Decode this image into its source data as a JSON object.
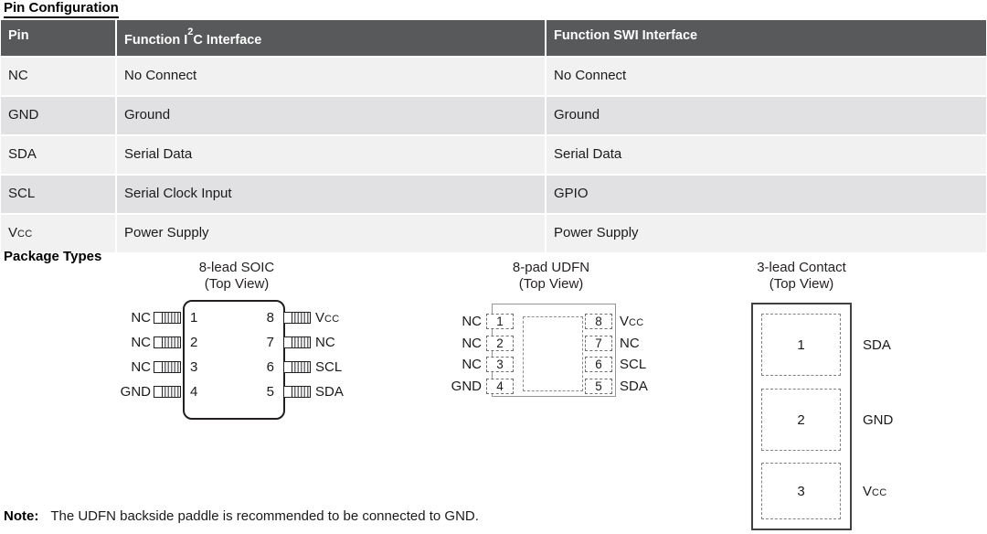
{
  "page": {
    "title": "Pin Configuration",
    "package_types_heading": "Package Types",
    "note": {
      "label": "Note:",
      "text": "The UDFN backside paddle is recommended to be connected to GND."
    },
    "colors": {
      "table_header_bg": "#58595b",
      "table_row_light": "#f1f1f2",
      "table_row_dark": "#e1e1e3",
      "diagram_line": "#231f20"
    }
  },
  "pin_table": {
    "headers": {
      "pin": "Pin",
      "i2c_pre": "Function I",
      "i2c_sup": "2",
      "i2c_post": "C Interface",
      "swi": "Function SWI Interface"
    },
    "rows": [
      {
        "pin": "NC",
        "i2c": "No Connect",
        "swi": "No Connect"
      },
      {
        "pin": "GND",
        "i2c": "Ground",
        "swi": "Ground"
      },
      {
        "pin": "SDA",
        "i2c": "Serial Data",
        "swi": "Serial Data"
      },
      {
        "pin": "SCL",
        "i2c": "Serial Clock Input",
        "swi": "GPIO"
      },
      {
        "pin": "V",
        "pin_sub": "CC",
        "i2c": "Power Supply",
        "swi": "Power Supply"
      }
    ]
  },
  "packages": {
    "soic": {
      "title": "8-lead SOIC",
      "subtitle": "(Top View)",
      "rows": [
        {
          "left_label": "NC",
          "left_num": "1",
          "right_num": "8",
          "right_label": "V",
          "right_label_sub": "CC"
        },
        {
          "left_label": "NC",
          "left_num": "2",
          "right_num": "7",
          "right_label": "NC"
        },
        {
          "left_label": "NC",
          "left_num": "3",
          "right_num": "6",
          "right_label": "SCL"
        },
        {
          "left_label": "GND",
          "left_num": "4",
          "right_num": "5",
          "right_label": "SDA"
        }
      ]
    },
    "udfn": {
      "title": "8-pad UDFN",
      "subtitle": "(Top View)",
      "rows": [
        {
          "left_label": "NC",
          "left_num": "1",
          "right_num": "8",
          "right_label": "V",
          "right_label_sub": "CC"
        },
        {
          "left_label": "NC",
          "left_num": "2",
          "right_num": "7",
          "right_label": "NC"
        },
        {
          "left_label": "NC",
          "left_num": "3",
          "right_num": "6",
          "right_label": "SCL"
        },
        {
          "left_label": "GND",
          "left_num": "4",
          "right_num": "5",
          "right_label": "SDA"
        }
      ]
    },
    "contact": {
      "title": "3-lead Contact",
      "subtitle": "(Top View)",
      "pads": [
        {
          "num": "1",
          "label": "SDA"
        },
        {
          "num": "2",
          "label": "GND"
        },
        {
          "num": "3",
          "label": "V",
          "label_sub": "CC"
        }
      ]
    }
  }
}
